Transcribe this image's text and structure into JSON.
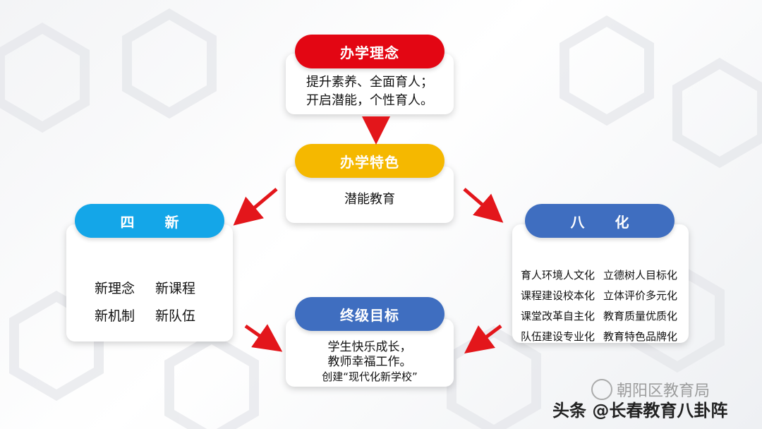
{
  "philosophy": {
    "title": "办学理念",
    "lines": [
      "提升素养、全面育人；",
      "开启潜能，个性育人。"
    ]
  },
  "feature": {
    "title": "办学特色",
    "text": "潜能教育"
  },
  "four_new": {
    "title": "四 新",
    "items": [
      "新理念",
      "新课程",
      "新机制",
      "新队伍"
    ]
  },
  "eight": {
    "title": "八 化",
    "rows": [
      [
        "育人环境人文化",
        "立德树人目标化"
      ],
      [
        "课程建设校本化",
        "立体评价多元化"
      ],
      [
        "课堂改革自主化",
        "教育质量优质化"
      ],
      [
        "队伍建设专业化",
        "教育特色品牌化"
      ]
    ]
  },
  "goal": {
    "title": "终级目标",
    "lines": [
      "学生快乐成长，",
      "教师幸福工作。",
      "创建“现代化新学校”"
    ]
  },
  "watermark": {
    "text": "朝阳区教育局"
  },
  "footer": {
    "text": "头条 @长春教育八卦阵"
  },
  "colors": {
    "red": "#e30613",
    "yellow": "#f5b800",
    "cyan": "#14a6e8",
    "blue": "#3f6ec0",
    "arrow": "#e3161b"
  }
}
